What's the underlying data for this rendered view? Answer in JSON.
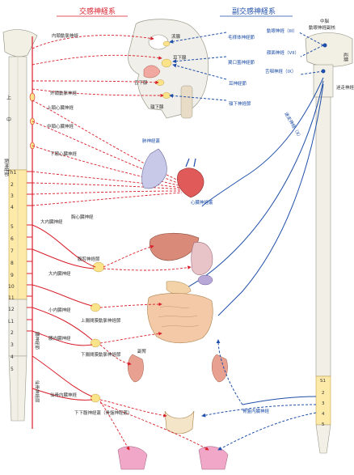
{
  "titles": {
    "sympathetic": "交感神経系",
    "parasympathetic": "副交感神経系"
  },
  "colors": {
    "sympathetic": "#d81e2a",
    "parasympathetic": "#1f4fa8",
    "spine_fill": "#fde9a8",
    "organ_skin": "#f4c9a8",
    "organ_liver": "#d98a78",
    "organ_lung": "#c8c8e8",
    "ganglion": "#fbe38a"
  },
  "spine_labels": {
    "cervical": [
      "上",
      "中",
      "下頸心臓神経"
    ],
    "thoracic": [
      "Th1",
      "2",
      "3",
      "4",
      "5",
      "6",
      "7",
      "8",
      "9",
      "10",
      "11",
      "12"
    ],
    "lumbar": [
      "L1",
      "2",
      "3",
      "4",
      "5"
    ],
    "sacral": [
      "S1",
      "2",
      "3",
      "4",
      "5"
    ]
  },
  "left_labels": {
    "internal_carotid": "内頸動脈神経",
    "external_carotid": "外頸動脈神経",
    "upper_cardiac": "上頸心臓神経",
    "middle_cardiac": "中頸心臓神経",
    "lower_cardiac": "下頸心臓神経",
    "thoracic_cardiac": "胸心臓神経",
    "greater_splanchnic": "大内臓神経",
    "lesser_splanchnic": "小内臓神経",
    "least_splanchnic": "腰内臓神経",
    "lumbar_splanchnic": "腰神経節",
    "sacral_splanchnic": "仙骨内臓神経",
    "sacral_ganglion": "仙骨神経節",
    "thoracic_ganglion": "胸神経節"
  },
  "ganglion_labels": {
    "celiac": "腹腔神経節",
    "superior_mesenteric": "上腸間膜動脈神経節",
    "inferior_mesenteric": "下腸間膜動脈神経節",
    "hypogastric": "下下腹神経叢（骨盤神経叢）",
    "adrenal": "副腎"
  },
  "head_labels": {
    "ciliary": "毛様体神経節",
    "pterygopalatine": "翼口蓋神経節",
    "otic": "耳神経節",
    "submandibular": "顎下神経節",
    "lacrimal": "涙腺",
    "parotid": "耳下腺",
    "sublingual": "舌下腺",
    "submandibular_gland": "顎下腺"
  },
  "right_labels": {
    "oculomotor": "動眼神経（III）",
    "facial": "顔面神経（VII）",
    "glossopharyngeal": "舌咽神経（IX）",
    "vagus": "迷走神経（X）",
    "midbrain": "中脳",
    "oculomotor_nucleus": "動眼神経副核",
    "medulla": "延髄",
    "vagus_nucleus": "迷走神経背側核",
    "pelvic_splanchnic": "骨盤内臓神経"
  },
  "organ_labels": {
    "lung_plexus": "肺神経叢",
    "cardiac_plexus": "心臓神経叢"
  }
}
